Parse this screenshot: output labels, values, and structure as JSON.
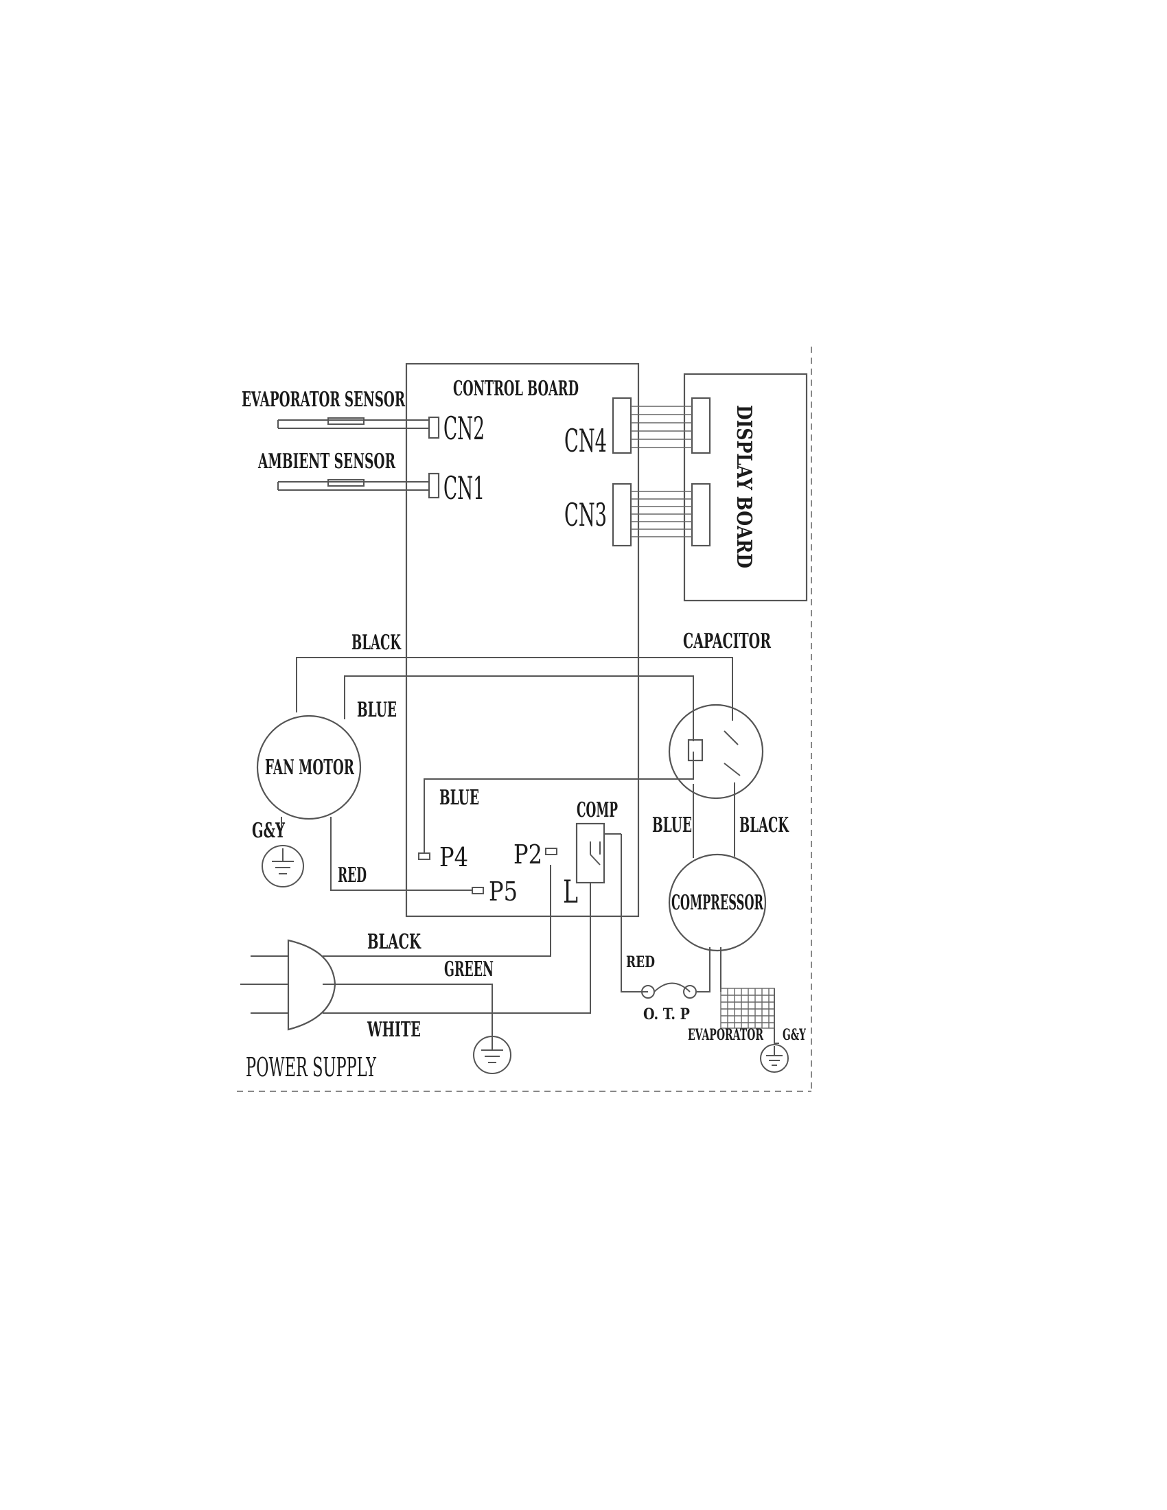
{
  "diagram": {
    "control_board": "CONTROL BOARD",
    "display_board": "DISPLAY BOARD",
    "evaporator_sensor": "EVAPORATOR SENSOR",
    "ambient_sensor": "AMBIENT SENSOR",
    "cn1": "CN1",
    "cn2": "CN2",
    "cn3": "CN3",
    "cn4": "CN4",
    "capacitor": "CAPACITOR",
    "fan_motor": "FAN MOTOR",
    "compressor": "COMPRESSOR",
    "comp": "COMP",
    "p2": "P2",
    "p4": "P4",
    "p5": "P5",
    "l": "L",
    "otp": "O. T. P",
    "evaporator": "EVAPORATOR",
    "gy_fan": "G&Y",
    "gy_evap": "G&Y",
    "power_supply": "POWER SUPPLY",
    "wire_black_top": "BLACK",
    "wire_blue_fan": "BLUE",
    "wire_blue_p4": "BLUE",
    "wire_red_p5": "RED",
    "wire_blue_comp": "BLUE",
    "wire_black_comp": "BLACK",
    "wire_red_otp": "RED",
    "wire_black_ps": "BLACK",
    "wire_green_ps": "GREEN",
    "wire_white_ps": "WHITE"
  }
}
